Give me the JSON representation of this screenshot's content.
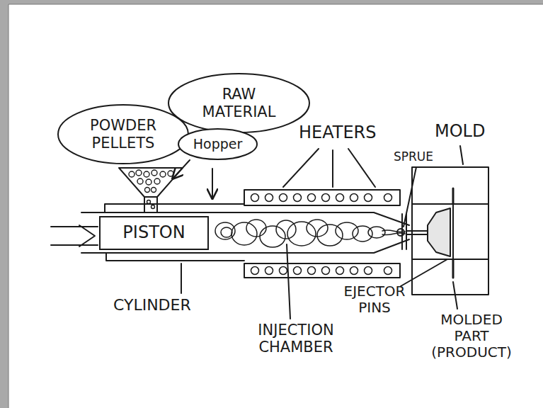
{
  "diagram": {
    "nodes": [
      {
        "text": [
          "POWDER PELLETS"
        ]
      },
      {
        "text": [
          "RAW MATERIAL"
        ]
      },
      {
        "text": [
          "Hopper"
        ]
      },
      {
        "text": [
          "PISTON"
        ]
      }
    ],
    "labels": [
      "HEATERS",
      "SPRUE",
      "MOLD",
      "CYLINDER",
      "INJECTION CHAMBER",
      "EJECTOR PINS",
      "MOLDED PART (PRODUCT)"
    ]
  }
}
